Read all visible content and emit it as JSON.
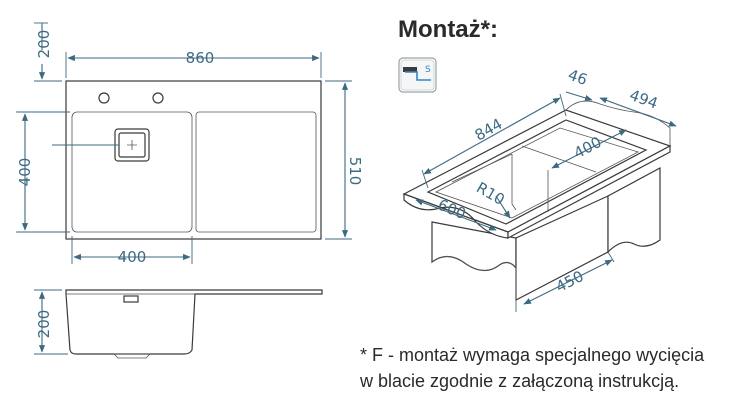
{
  "title": "Montaż*:",
  "mount_icon": {
    "name": "undermount-icon",
    "letter": "S"
  },
  "top_view": {
    "width": "860",
    "depth": "510",
    "hole_offset": "200",
    "bowl_depth": "400",
    "bowl_width": "400"
  },
  "side_view": {
    "height": "200"
  },
  "iso_view": {
    "length": "844",
    "rim": "46",
    "depth": "494",
    "bowl_width": "400",
    "radius": "R10",
    "cabinet_width": "600",
    "cabinet_depth": "450"
  },
  "note": {
    "line1": "* F - montaż wymaga specjalnego wycięcia",
    "line2": "w blacie zgodnie z załączoną instrukcją."
  },
  "colors": {
    "dimension": "#3d6a82",
    "outline": "#3a3a3a"
  }
}
